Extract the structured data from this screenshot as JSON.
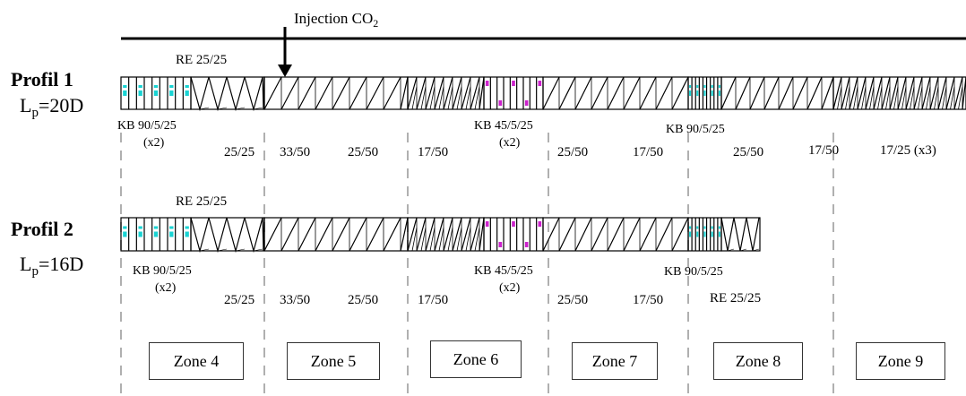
{
  "injection": {
    "label": "Injection CO",
    "sub": "2"
  },
  "profiles": [
    {
      "name": "Profil 1",
      "lp_base": "L",
      "lp_sub": "p",
      "lp_value": "=20D",
      "labels": {
        "re": "RE 25/25",
        "kb1_a": "KB 90/5/25",
        "kb1_b": "(x2)",
        "s1": "25/25",
        "s2": "33/50",
        "s3": "25/50",
        "s4": "17/50",
        "kb2_a": "KB 45/5/25",
        "kb2_b": "(x2)",
        "s5": "25/50",
        "s6": "17/50",
        "kb3_a": "KB 90/5/25",
        "s7": "25/50",
        "s8": "17/50",
        "s9": "17/25 (x3)"
      }
    },
    {
      "name": "Profil 2",
      "lp_base": "L",
      "lp_sub": "p",
      "lp_value": "=16D",
      "labels": {
        "re": "RE 25/25",
        "kb1_a": "KB 90/5/25",
        "kb1_b": "(x2)",
        "s1": "25/25",
        "s2": "33/50",
        "s3": "25/50",
        "s4": "17/50",
        "kb2_a": "KB 45/5/25",
        "kb2_b": "(x2)",
        "s5": "25/50",
        "s6": "17/50",
        "kb3_a": "KB 90/5/25",
        "re_end": "RE 25/25"
      }
    }
  ],
  "zones": [
    "Zone 4",
    "Zone 5",
    "Zone 6",
    "Zone 7",
    "Zone 8",
    "Zone 9"
  ],
  "colors": {
    "kb90_marker": "#19d3d3",
    "kb45_marker": "#cc22cc",
    "divider": "#b0b0b0",
    "line": "#000000"
  }
}
